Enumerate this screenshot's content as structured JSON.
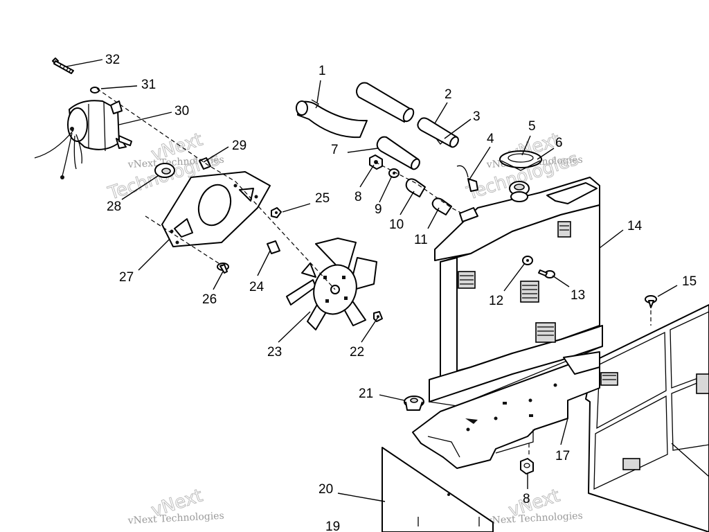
{
  "watermark": {
    "line1": "vNext",
    "line2": "Technologies",
    "small": "vNext Technologies"
  },
  "callouts": [
    "1",
    "2",
    "3",
    "4",
    "5",
    "6",
    "7",
    "8",
    "9",
    "10",
    "11",
    "12",
    "13",
    "14",
    "15",
    "17",
    "8",
    "19",
    "20",
    "21",
    "22",
    "23",
    "24",
    "25",
    "26",
    "27",
    "28",
    "29",
    "30",
    "31",
    "32"
  ]
}
